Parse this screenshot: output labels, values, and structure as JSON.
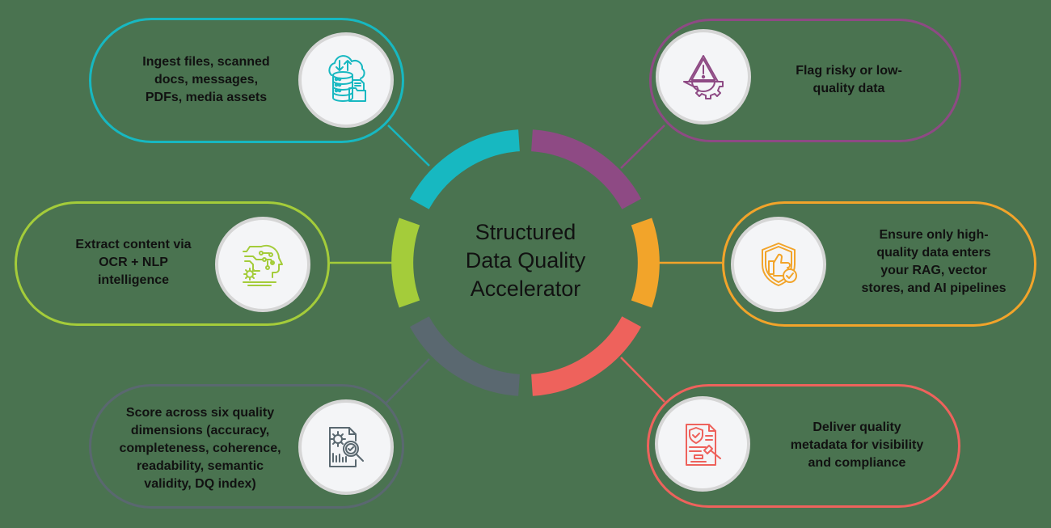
{
  "diagram": {
    "center_title_lines": [
      "Structured",
      "Data Quality",
      "Accelerator"
    ],
    "colors": {
      "background": "#4a7350",
      "teal": "#17b8c1",
      "purple": "#8e4a84",
      "lime": "#a4cc3a",
      "orange": "#f2a42a",
      "gray": "#5a6870",
      "coral": "#ee625c",
      "text": "#111111",
      "icon_bg": "#f4f5f7"
    },
    "nodes": [
      {
        "id": "ingest",
        "position": "top-left",
        "color": "teal",
        "icon": "cloud-database-icon",
        "lines": [
          "Ingest files, scanned",
          "docs, messages,",
          "PDFs, media assets"
        ]
      },
      {
        "id": "flag",
        "position": "top-right",
        "color": "purple",
        "icon": "warning-gear-icon",
        "lines": [
          "Flag risky or low-",
          "quality data"
        ]
      },
      {
        "id": "extract",
        "position": "middle-left",
        "color": "lime",
        "icon": "ai-head-icon",
        "lines": [
          "Extract content via",
          "OCR + NLP",
          "intelligence"
        ]
      },
      {
        "id": "ensure",
        "position": "middle-right",
        "color": "orange",
        "icon": "shield-thumbs-up-icon",
        "lines": [
          "Ensure only high-",
          "quality data enters",
          "your RAG, vector",
          "stores, and AI pipelines"
        ]
      },
      {
        "id": "score",
        "position": "bottom-left",
        "color": "gray",
        "icon": "report-magnifier-icon",
        "lines": [
          "Score across six quality",
          "dimensions (accuracy,",
          "completeness, coherence,",
          "readability, semantic",
          "validity, DQ index)"
        ]
      },
      {
        "id": "deliver",
        "position": "bottom-right",
        "color": "coral",
        "icon": "compliance-document-icon",
        "lines": [
          "Deliver quality",
          "metadata for visibility",
          "and compliance"
        ]
      }
    ]
  }
}
